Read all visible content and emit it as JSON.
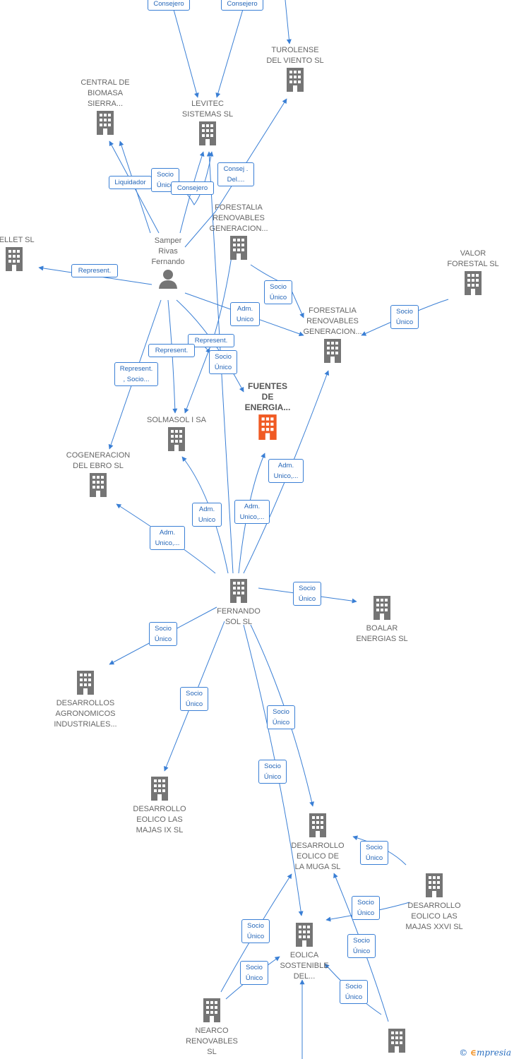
{
  "nodes": [
    {
      "id": "turolense",
      "label": "TUROLENSE\nDEL VIENTO SL",
      "type": "company"
    },
    {
      "id": "central_biomasa",
      "label": "CENTRAL DE\nBIOMASA\nSIERRA...",
      "type": "company"
    },
    {
      "id": "levitec",
      "label": "LEVITEC\nSISTEMAS SL",
      "type": "company"
    },
    {
      "id": "pellet",
      "label": "PELLET SL",
      "type": "company"
    },
    {
      "id": "samper",
      "label": "Samper\nRivas\nFernando",
      "type": "person"
    },
    {
      "id": "forestalia_1",
      "label": "FORESTALIA\nRENOVABLES\nGENERACION...",
      "type": "company"
    },
    {
      "id": "valor_forestal",
      "label": "VALOR\nFORESTAL SL",
      "type": "company"
    },
    {
      "id": "forestalia_2",
      "label": "FORESTALIA\nRENOVABLES\nGENERACION...",
      "type": "company"
    },
    {
      "id": "fuentes",
      "label": "FUENTES\nDE\nENERGIA...",
      "type": "company",
      "highlight": true
    },
    {
      "id": "solmasol",
      "label": "SOLMASOL I SA",
      "type": "company"
    },
    {
      "id": "cogeneracion",
      "label": "COGENERACION\nDEL EBRO SL",
      "type": "company"
    },
    {
      "id": "fernando_sol",
      "label": "FERNANDO\nSOL SL",
      "type": "company"
    },
    {
      "id": "boalar",
      "label": "BOALAR\nENERGIAS SL",
      "type": "company"
    },
    {
      "id": "desarrollos_agro",
      "label": "DESARROLLOS\nAGRONOMICOS\nINDUSTRIALES...",
      "type": "company"
    },
    {
      "id": "majas_ix",
      "label": "DESARROLLO\nEOLICO LAS\nMAJAS IX SL",
      "type": "company"
    },
    {
      "id": "la_muga",
      "label": "DESARROLLO\nEOLICO DE\nLA MUGA SL",
      "type": "company"
    },
    {
      "id": "majas_xxvi",
      "label": "DESARROLLO\nEOLICO LAS\nMAJAS XXVI SL",
      "type": "company"
    },
    {
      "id": "eolica_sostenible",
      "label": "EOLICA\nSOSTENIBLE\nDEL...",
      "type": "company"
    },
    {
      "id": "nearco",
      "label": "NEARCO\nRENOVABLES\nSL",
      "type": "company"
    },
    {
      "id": "bottom_cut",
      "label": "",
      "type": "company"
    }
  ],
  "edges": [
    {
      "label": "Consejero"
    },
    {
      "label": "Consejero"
    },
    {
      "label": "Socio\nÚnico"
    },
    {
      "label": "Liquidador"
    },
    {
      "label": "Consejero"
    },
    {
      "label": "Consej .\nDel...."
    },
    {
      "label": "Represent."
    },
    {
      "label": "Adm.\nUnico"
    },
    {
      "label": "Socio\nÚnico"
    },
    {
      "label": "Socio\nÚnico"
    },
    {
      "label": "Represent."
    },
    {
      "label": "Represent."
    },
    {
      "label": "Socio\nÚnico"
    },
    {
      "label": "Represent.\n, Socio..."
    },
    {
      "label": "Adm.\nUnico,..."
    },
    {
      "label": "Adm.\nUnico"
    },
    {
      "label": "Adm.\nUnico,..."
    },
    {
      "label": "Adm.\nUnico,..."
    },
    {
      "label": "Socio\nÚnico"
    },
    {
      "label": "Socio\nÚnico"
    },
    {
      "label": "Socio\nÚnico"
    },
    {
      "label": "Socio\nÚnico"
    },
    {
      "label": "Socio\nÚnico"
    },
    {
      "label": "Socio\nÚnico"
    },
    {
      "label": "Socio\nÚnico"
    },
    {
      "label": "Socio\nÚnico"
    },
    {
      "label": "Socio\nÚnico"
    },
    {
      "label": "Socio\nÚnico"
    },
    {
      "label": "Socio\nÚnico"
    }
  ],
  "branding": {
    "copyright": "©",
    "e": "∈",
    "name": "mpresia"
  },
  "colors": {
    "edge": "#3a7fd5",
    "company": "#757575",
    "highlight": "#f05a23",
    "person": "#757575"
  }
}
